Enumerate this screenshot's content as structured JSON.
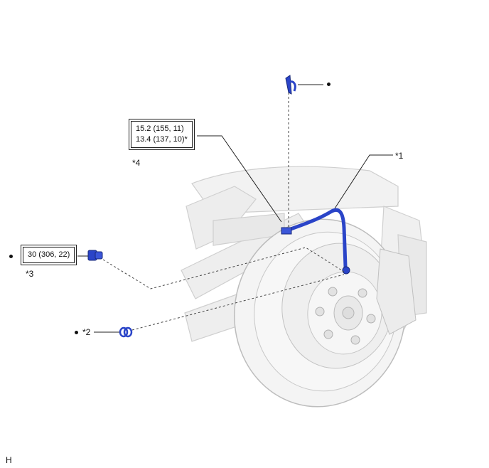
{
  "callouts": {
    "hose": "*1",
    "gasket": "*2",
    "union_bolt_torque": "*3",
    "flare_nut_torque": "*4"
  },
  "torque": {
    "flare_nut_line1": "15.2 (155, 11)",
    "flare_nut_line2": "13.4 (137, 10)*",
    "union_bolt": "30 (306, 22)"
  },
  "figure_code": "H",
  "colors": {
    "part_blue": "#2a44c8",
    "line": "#222222",
    "ghost": "#d8d8d8"
  },
  "icons": [
    "replace-dot-icon"
  ]
}
